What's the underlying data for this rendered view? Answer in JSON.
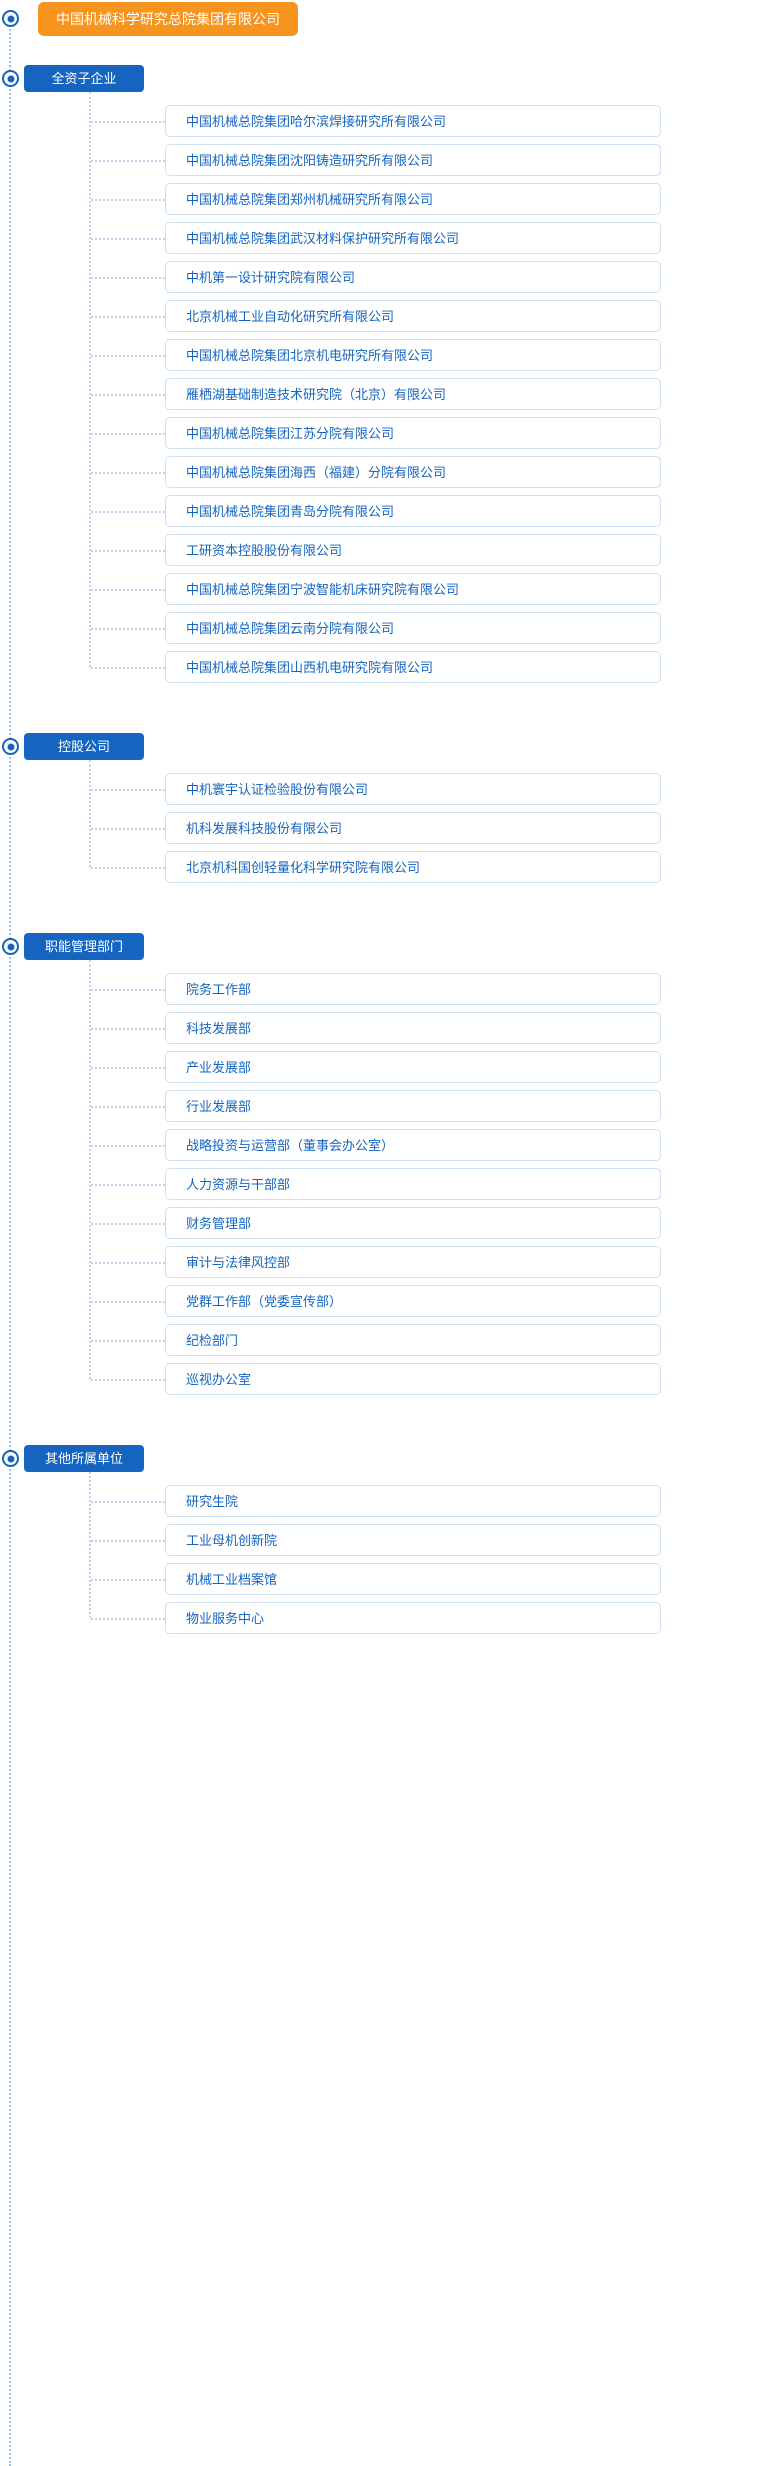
{
  "root": {
    "label": "中国机械科学研究总院集团有限公司",
    "color": "#f7941d"
  },
  "theme": {
    "header_color": "#1565c0",
    "item_text_color": "#1565c0",
    "item_border_color": "#cfe0f1",
    "line_color": "#bcd4ec"
  },
  "sections": [
    {
      "label": "全资子企业",
      "items": [
        {
          "label": "中国机械总院集团哈尔滨焊接研究所有限公司"
        },
        {
          "label": "中国机械总院集团沈阳铸造研究所有限公司"
        },
        {
          "label": "中国机械总院集团郑州机械研究所有限公司"
        },
        {
          "label": "中国机械总院集团武汉材料保护研究所有限公司"
        },
        {
          "label": "中机第一设计研究院有限公司"
        },
        {
          "label": "北京机械工业自动化研究所有限公司"
        },
        {
          "label": "中国机械总院集团北京机电研究所有限公司"
        },
        {
          "label": "雁栖湖基础制造技术研究院（北京）有限公司"
        },
        {
          "label": "中国机械总院集团江苏分院有限公司"
        },
        {
          "label": "中国机械总院集团海西（福建）分院有限公司"
        },
        {
          "label": "中国机械总院集团青岛分院有限公司"
        },
        {
          "label": "工研资本控股股份有限公司"
        },
        {
          "label": "中国机械总院集团宁波智能机床研究院有限公司"
        },
        {
          "label": "中国机械总院集团云南分院有限公司"
        },
        {
          "label": "中国机械总院集团山西机电研究院有限公司"
        }
      ]
    },
    {
      "label": "控股公司",
      "items": [
        {
          "label": "中机寰宇认证检验股份有限公司"
        },
        {
          "label": "机科发展科技股份有限公司"
        },
        {
          "label": "北京机科国创轻量化科学研究院有限公司"
        }
      ]
    },
    {
      "label": "职能管理部门",
      "items": [
        {
          "label": "院务工作部"
        },
        {
          "label": "科技发展部"
        },
        {
          "label": "产业发展部"
        },
        {
          "label": "行业发展部"
        },
        {
          "label": "战略投资与运营部（董事会办公室）"
        },
        {
          "label": "人力资源与干部部"
        },
        {
          "label": "财务管理部"
        },
        {
          "label": "审计与法律风控部"
        },
        {
          "label": "党群工作部（党委宣传部）"
        },
        {
          "label": "纪检部门"
        },
        {
          "label": "巡视办公室"
        }
      ]
    },
    {
      "label": "其他所属单位",
      "items": [
        {
          "label": "研究生院"
        },
        {
          "label": "工业母机创新院"
        },
        {
          "label": "机械工业档案馆"
        },
        {
          "label": "物业服务中心"
        }
      ]
    }
  ]
}
